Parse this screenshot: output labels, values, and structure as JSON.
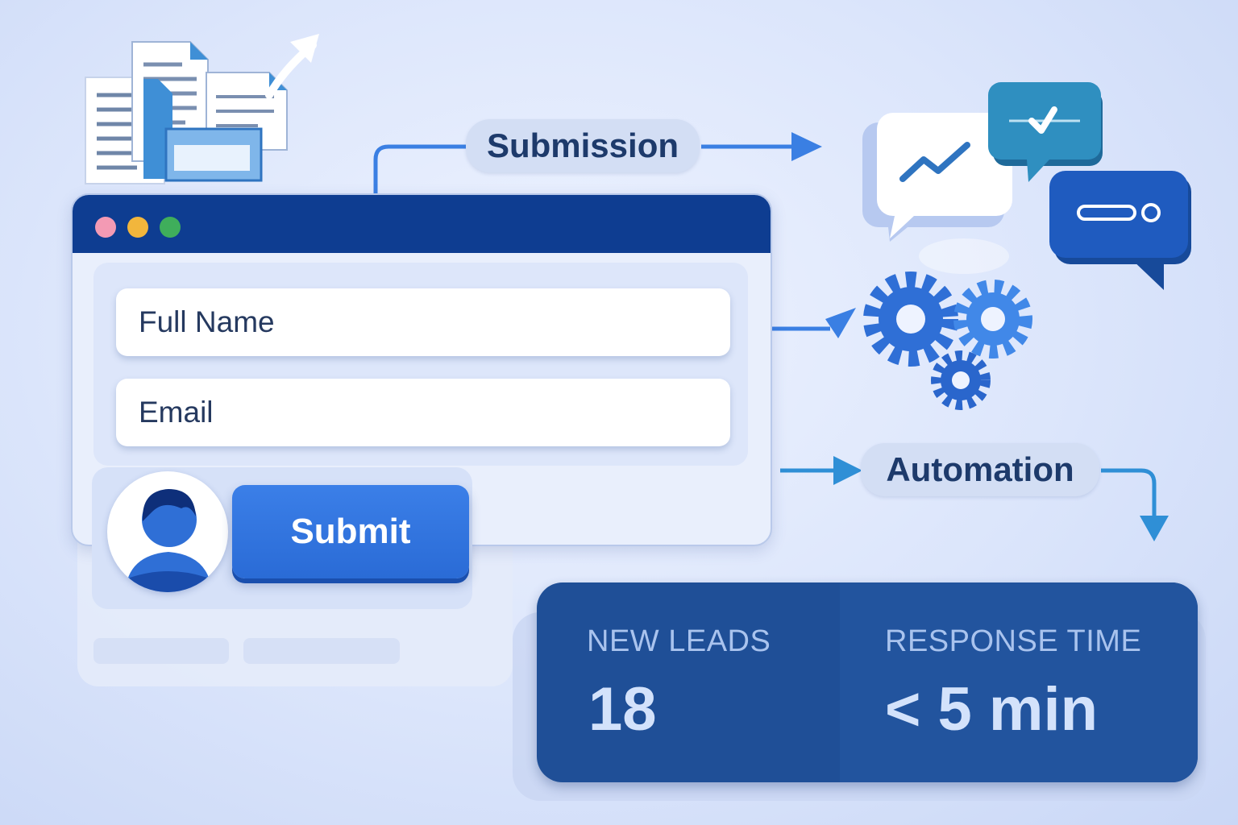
{
  "flow": {
    "submission_label": "Submission",
    "automation_label": "Automation"
  },
  "form": {
    "full_name_placeholder": "Full Name",
    "email_placeholder": "Email",
    "submit_label": "Submit"
  },
  "window_controls": {
    "colors": [
      "#f39ab4",
      "#f2b63c",
      "#3fae5b"
    ]
  },
  "stats": {
    "new_leads_label": "NEW LEADS",
    "new_leads_value": "18",
    "response_time_label": "RESPONSE TIME",
    "response_time_value": "< 5 min"
  },
  "icons": [
    "documents-icon",
    "upload-arrow-icon",
    "chart-bubble-icon",
    "check-bubble-icon",
    "toggle-bubble-icon",
    "gears-icon",
    "user-avatar-icon"
  ],
  "colors": {
    "titlebar": "#0e3d91",
    "accent": "#2f74e0",
    "stats_bg": "#1f4f97"
  }
}
